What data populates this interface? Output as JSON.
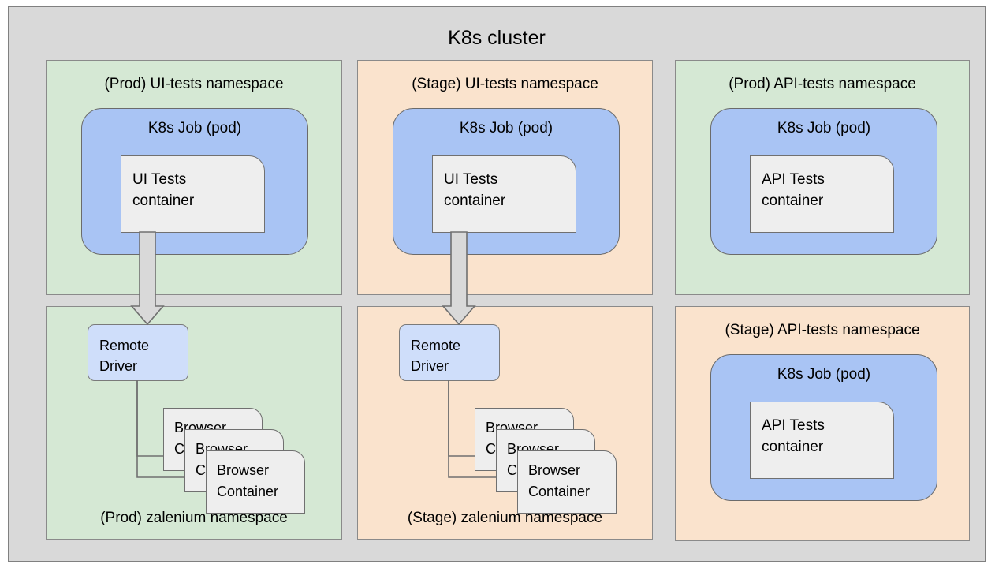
{
  "cluster": {
    "title": "K8s cluster",
    "background_color": "#d9d9d9",
    "border_color": "#808080"
  },
  "colors": {
    "namespace_prod": "#d5e8d4",
    "namespace_stage": "#fae3cd",
    "pod": "#a9c4f4",
    "container": "#eeeeee",
    "remote_driver": "#cfdefa",
    "arrow_fill": "#d9d9d9",
    "stroke": "#707070",
    "text": "#000000"
  },
  "namespaces": [
    {
      "id": "prod-ui-tests",
      "title": "(Prod) UI-tests namespace",
      "title_position": "top",
      "env": "Prod",
      "theme": "green",
      "pod": {
        "title": "K8s Job (pod)",
        "container": {
          "label": "UI Tests\ncontainer"
        }
      }
    },
    {
      "id": "stage-ui-tests",
      "title": "(Stage) UI-tests namespace",
      "title_position": "top",
      "env": "Stage",
      "theme": "orange",
      "pod": {
        "title": "K8s Job (pod)",
        "container": {
          "label": "UI Tests\ncontainer"
        }
      }
    },
    {
      "id": "prod-api-tests",
      "title": "(Prod) API-tests namespace",
      "title_position": "top",
      "env": "Prod",
      "theme": "green",
      "pod": {
        "title": "K8s Job (pod)",
        "container": {
          "label": "API Tests\ncontainer"
        }
      }
    },
    {
      "id": "stage-api-tests",
      "title": "(Stage) API-tests namespace",
      "title_position": "top",
      "env": "Stage",
      "theme": "orange",
      "pod": {
        "title": "K8s Job (pod)",
        "container": {
          "label": "API Tests\ncontainer"
        }
      }
    },
    {
      "id": "prod-zalenium",
      "title": "(Prod) zalenium namespace",
      "title_position": "bottom",
      "env": "Prod",
      "theme": "green",
      "remote_driver": {
        "label": "Remote\nDriver"
      },
      "browser_containers": [
        {
          "label": "Browser\nContainer"
        },
        {
          "label": "Browser\nContainer"
        },
        {
          "label": "Browser\nContainer"
        }
      ]
    },
    {
      "id": "stage-zalenium",
      "title": "(Stage) zalenium namespace",
      "title_position": "bottom",
      "env": "Stage",
      "theme": "orange",
      "remote_driver": {
        "label": "Remote\nDriver"
      },
      "browser_containers": [
        {
          "label": "Browser\nContainer"
        },
        {
          "label": "Browser\nContainer"
        },
        {
          "label": "Browser\nContainer"
        }
      ]
    }
  ],
  "connectors": [
    {
      "from": "prod-ui-tests.container",
      "to": "prod-zalenium.remote_driver",
      "style": "block-arrow"
    },
    {
      "from": "stage-ui-tests.container",
      "to": "stage-zalenium.remote_driver",
      "style": "block-arrow"
    },
    {
      "from": "prod-zalenium.remote_driver",
      "to": "prod-zalenium.browser_containers.0",
      "style": "elbow-arrow"
    },
    {
      "from": "prod-zalenium.remote_driver",
      "to": "prod-zalenium.browser_containers.1",
      "style": "elbow-arrow"
    },
    {
      "from": "stage-zalenium.remote_driver",
      "to": "stage-zalenium.browser_containers.0",
      "style": "elbow-arrow"
    },
    {
      "from": "stage-zalenium.remote_driver",
      "to": "stage-zalenium.browser_containers.1",
      "style": "elbow-arrow"
    }
  ]
}
